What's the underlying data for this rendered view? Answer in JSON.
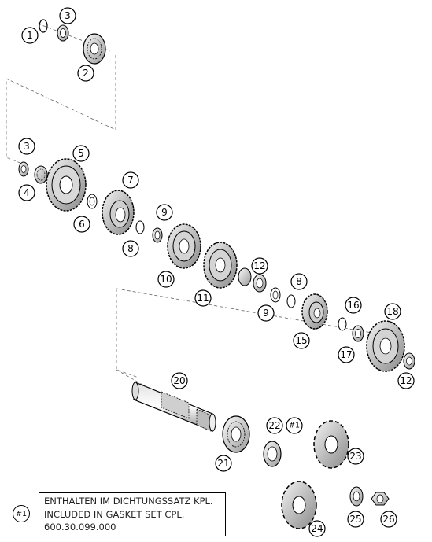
{
  "callouts": {
    "c1": "1",
    "c2": "2",
    "c3a": "3",
    "c3b": "3",
    "c4": "4",
    "c5": "5",
    "c6": "6",
    "c7": "7",
    "c8a": "8",
    "c8b": "8",
    "c9a": "9",
    "c9b": "9",
    "c10": "10",
    "c11": "11",
    "c12a": "12",
    "c12b": "12",
    "c15": "15",
    "c16": "16",
    "c17": "17",
    "c18": "18",
    "c20": "20",
    "c21": "21",
    "c22": "22",
    "c23": "23",
    "c24": "24",
    "c25": "25",
    "c26": "26",
    "c_note": "#1"
  },
  "note": {
    "ref": "#1",
    "lines": [
      "ENTHALTEN IM DICHTUNGSSATZ KPL.",
      "INCLUDED IN GASKET SET CPL.",
      "600.30.099.000"
    ]
  }
}
